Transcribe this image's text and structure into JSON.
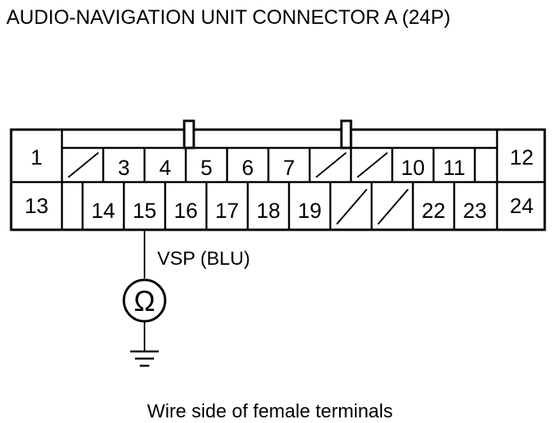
{
  "title": "AUDIO-NAVIGATION UNIT CONNECTOR A (24P)",
  "caption": "Wire side of female terminals",
  "wire_label": "VSP (BLU)",
  "meter_symbol": "Ω",
  "connector": {
    "row1": [
      "1",
      "",
      "3",
      "4",
      "5",
      "6",
      "7",
      "",
      "",
      "10",
      "11",
      "",
      "12"
    ],
    "row2": [
      "13",
      "",
      "14",
      "15",
      "16",
      "17",
      "18",
      "19",
      "",
      "",
      "22",
      "23",
      "24"
    ]
  },
  "probe_terminal": "15"
}
